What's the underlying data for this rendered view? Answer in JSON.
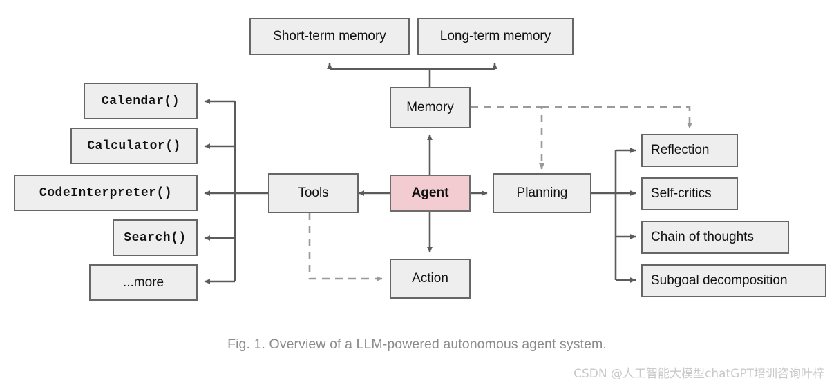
{
  "figure": {
    "caption": "Fig. 1. Overview of a LLM-powered autonomous agent system.",
    "watermark": "CSDN @人工智能大模型chatGPT培训咨询叶梓",
    "colors": {
      "node_fill": "#eeeeee",
      "node_border": "#666666",
      "agent_fill": "#f3ccd1",
      "solid_edge": "#5b5b5b",
      "dashed_edge": "#9a9a9a",
      "caption_text": "#8b8b8b",
      "watermark_text": "#c9c9c9",
      "background": "#ffffff"
    }
  },
  "diagram": {
    "type": "block-diagram",
    "center": {
      "label": "Agent",
      "emphasis": "bold",
      "fill": "#f3ccd1"
    },
    "core_nodes": [
      {
        "id": "memory",
        "label": "Memory"
      },
      {
        "id": "tools",
        "label": "Tools"
      },
      {
        "id": "planning",
        "label": "Planning"
      },
      {
        "id": "action",
        "label": "Action"
      }
    ],
    "memory_children": [
      {
        "id": "short-term-memory",
        "label": "Short-term memory"
      },
      {
        "id": "long-term-memory",
        "label": "Long-term memory"
      }
    ],
    "tools_children": [
      {
        "id": "calendar",
        "label": "Calendar()",
        "style": "mono"
      },
      {
        "id": "calculator",
        "label": "Calculator()",
        "style": "mono"
      },
      {
        "id": "codeinterpreter",
        "label": "CodeInterpreter()",
        "style": "mono"
      },
      {
        "id": "search",
        "label": "Search()",
        "style": "mono"
      },
      {
        "id": "more",
        "label": "...more",
        "style": "sans"
      }
    ],
    "planning_children": [
      {
        "id": "reflection",
        "label": "Reflection"
      },
      {
        "id": "self-critics",
        "label": "Self-critics"
      },
      {
        "id": "chain-of-thoughts",
        "label": "Chain of thoughts"
      },
      {
        "id": "subgoal-decomposition",
        "label": "Subgoal decomposition"
      }
    ],
    "edges": [
      {
        "from": "agent",
        "to": "memory",
        "style": "solid",
        "direction": "up"
      },
      {
        "from": "agent",
        "to": "tools",
        "style": "solid",
        "direction": "left"
      },
      {
        "from": "agent",
        "to": "planning",
        "style": "solid",
        "direction": "right"
      },
      {
        "from": "agent",
        "to": "action",
        "style": "solid",
        "direction": "down"
      },
      {
        "from": "memory",
        "to": "short-term-memory",
        "style": "solid"
      },
      {
        "from": "memory",
        "to": "long-term-memory",
        "style": "solid"
      },
      {
        "from": "tools",
        "to": "calendar",
        "style": "solid"
      },
      {
        "from": "tools",
        "to": "calculator",
        "style": "solid"
      },
      {
        "from": "tools",
        "to": "codeinterpreter",
        "style": "solid"
      },
      {
        "from": "tools",
        "to": "search",
        "style": "solid"
      },
      {
        "from": "tools",
        "to": "more",
        "style": "solid"
      },
      {
        "from": "planning",
        "to": "reflection",
        "style": "solid"
      },
      {
        "from": "planning",
        "to": "self-critics",
        "style": "solid"
      },
      {
        "from": "planning",
        "to": "chain-of-thoughts",
        "style": "solid"
      },
      {
        "from": "planning",
        "to": "subgoal-decomposition",
        "style": "solid"
      },
      {
        "from": "memory",
        "to": "planning",
        "style": "dashed"
      },
      {
        "from": "memory",
        "to": "reflection",
        "style": "dashed"
      },
      {
        "from": "tools",
        "to": "action",
        "style": "dashed"
      }
    ]
  }
}
